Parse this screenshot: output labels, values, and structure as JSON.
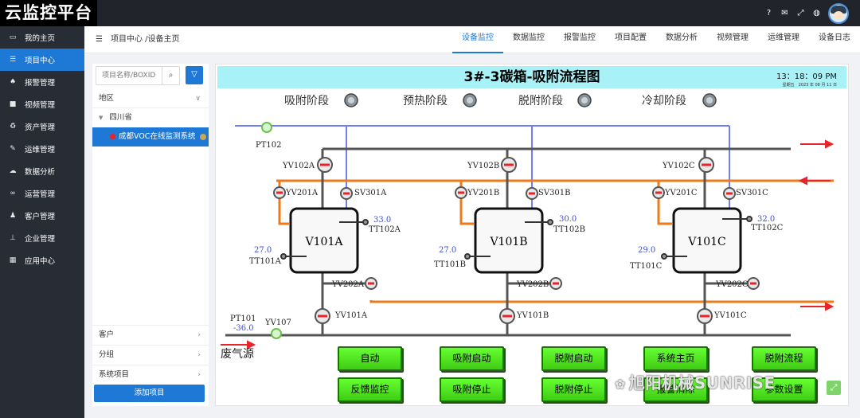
{
  "app": {
    "logo": "云监控平台"
  },
  "topbar": {
    "icons": [
      "help-icon",
      "mail-icon",
      "fullscreen-icon",
      "globe-icon"
    ]
  },
  "sidebar": {
    "items": [
      {
        "label": "我的主页",
        "icon": "monitor-icon",
        "active": false
      },
      {
        "label": "项目中心",
        "icon": "list-icon",
        "active": true
      },
      {
        "label": "报警管理",
        "icon": "bell-icon",
        "active": false
      },
      {
        "label": "视频管理",
        "icon": "video-icon",
        "active": false
      },
      {
        "label": "资产管理",
        "icon": "recycle-icon",
        "active": false
      },
      {
        "label": "运维管理",
        "icon": "wrench-icon",
        "active": false
      },
      {
        "label": "数据分析",
        "icon": "cloud-icon",
        "active": false
      },
      {
        "label": "运营管理",
        "icon": "link-icon",
        "active": false
      },
      {
        "label": "客户管理",
        "icon": "users-icon",
        "active": false
      },
      {
        "label": "企业管理",
        "icon": "sitemap-icon",
        "active": false
      },
      {
        "label": "应用中心",
        "icon": "grid-icon",
        "active": false
      }
    ]
  },
  "header": {
    "breadcrumb": "项目中心 /设备主页",
    "tabs": [
      "设备监控",
      "数据监控",
      "报警监控",
      "项目配置",
      "数据分析",
      "视频管理",
      "运维管理",
      "设备日志"
    ],
    "active_tab": "设备监控"
  },
  "left_panel": {
    "search_placeholder": "项目名称/BOXID",
    "region_label": "地区",
    "province": "四川省",
    "project": "成都VOC在线监测系统",
    "bottom_groups": [
      "客户",
      "分组",
      "系统项目"
    ],
    "add_button": "添加项目"
  },
  "scada": {
    "title": "3#-3碳箱-吸附流程图",
    "time": "13：18：09 PM",
    "date": "星期五　2023 年 08 月 11 日",
    "stages": [
      "吸附阶段",
      "预热阶段",
      "脱附阶段",
      "冷却阶段"
    ],
    "source_label": "废气源",
    "pt102": "PT102",
    "pt101": {
      "label": "PT101",
      "value": "-36.0"
    },
    "yv107": "YV107",
    "units": [
      {
        "name": "V101A",
        "temp_top": {
          "tag": "TT102A",
          "value": "33.0"
        },
        "temp_bottom": {
          "tag": "TT101A",
          "value": "27.0"
        },
        "yv102": "YV102A",
        "yv201": "YV201A",
        "sv301": "SV301A",
        "yv202": "YV202A",
        "yv101": "YV101A"
      },
      {
        "name": "V101B",
        "temp_top": {
          "tag": "TT102B",
          "value": "30.0"
        },
        "temp_bottom": {
          "tag": "TT101B",
          "value": "27.0"
        },
        "yv102": "YV102B",
        "yv201": "YV201B",
        "sv301": "SV301B",
        "yv202": "YV202B",
        "yv101": "YV101B"
      },
      {
        "name": "V101C",
        "temp_top": {
          "tag": "TT102C",
          "value": "32.0"
        },
        "temp_bottom": {
          "tag": "TT101C",
          "value": "29.0"
        },
        "yv102": "YV102C",
        "yv201": "YV201C",
        "sv301": "SV301C",
        "yv202": "YV202C",
        "yv101": "YV101C"
      }
    ],
    "buttons": [
      "自动",
      "吸附启动",
      "脱附启动",
      "系统主页",
      "脱附流程",
      "反馈监控",
      "吸附停止",
      "脱附停止",
      "报警消除",
      "参数设置"
    ],
    "colors": {
      "gray_pipe": "#555555",
      "orange_pipe": "#ef7a1a",
      "blue_pipe": "#6f7ff0",
      "arrow": "#e8232a",
      "title_bg": "#a8f2f7",
      "button": "#4fe01f"
    }
  },
  "watermark": "旭阳机械SUNRISE"
}
